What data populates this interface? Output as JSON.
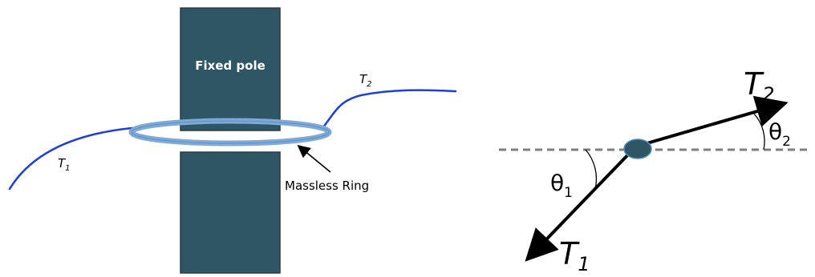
{
  "left_diagram": {
    "pole_label": "Fixed pole",
    "ring_label": "Massless Ring",
    "t1": {
      "letter": "T",
      "subscript": "1"
    },
    "t2": {
      "letter": "T",
      "subscript": "2"
    }
  },
  "right_diagram": {
    "t1": {
      "letter": "T",
      "subscript": "1"
    },
    "t2": {
      "letter": "T",
      "subscript": "2"
    },
    "theta1": {
      "symbol": "θ",
      "subscript": "1"
    },
    "theta2": {
      "symbol": "θ",
      "subscript": "2"
    }
  },
  "colors": {
    "pole": "#2f5664",
    "pole_edge": "#243f49",
    "rope": "#1f3fd6",
    "ring": "#7fa9d6",
    "ring_edge": "#5f8fc8",
    "dashed_line": "#7f7f7f",
    "vector": "#000000",
    "knot": "#2f5664"
  }
}
